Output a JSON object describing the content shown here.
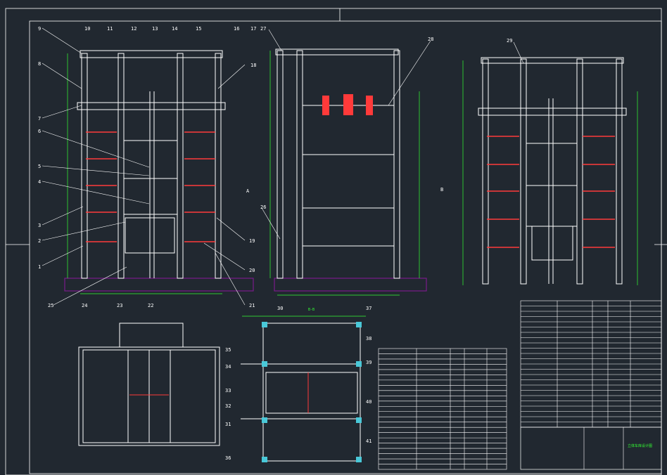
{
  "drawing": {
    "colors": {
      "background": "#212830",
      "line": "#ffffff",
      "dimension": "#33ff33",
      "part": "#ff3a3a",
      "base": "#7a1a8a",
      "node": "#49c8d8",
      "leader": "#ffffff"
    },
    "front_view_labels": [
      "1",
      "2",
      "3",
      "4",
      "5",
      "6",
      "7",
      "8",
      "9",
      "10",
      "11",
      "12",
      "13",
      "14",
      "15",
      "16",
      "17",
      "18",
      "19",
      "20",
      "21",
      "22",
      "23",
      "24",
      "25"
    ],
    "side_view_labels": [
      "27",
      "26",
      "28"
    ],
    "right_view_labels": [
      "29"
    ],
    "plan_view_labels": [
      "30",
      "31",
      "32",
      "33",
      "34",
      "35",
      "36",
      "37",
      "38",
      "39",
      "40",
      "41"
    ],
    "section_label": "B-B",
    "view_marks": [
      "A",
      "B"
    ],
    "title_block_text": "立体车库设计图"
  }
}
